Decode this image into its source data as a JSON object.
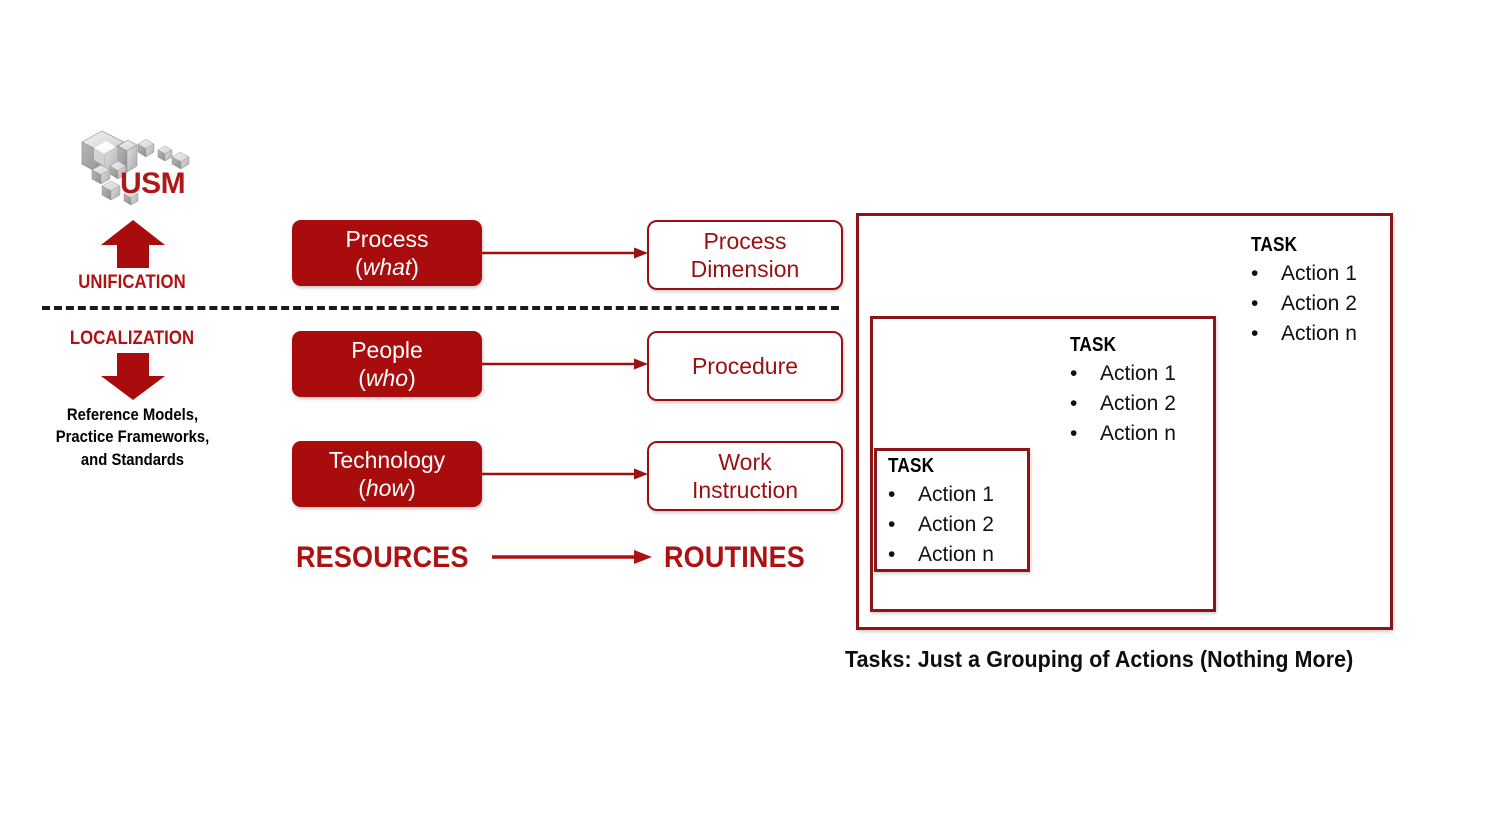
{
  "logo": {
    "wordmark": "USM",
    "icon_name": "usm-isometric-cubes-logo",
    "wordmark_color": "#B01818"
  },
  "left_axis": {
    "up_arrow_label": "UNIFICATION",
    "down_arrow_label": "LOCALIZATION",
    "footer_lines": [
      "Reference Models,",
      "Practice Frameworks,",
      "and Standards"
    ],
    "label_color": "#B01212",
    "footer_color": "#000000",
    "arrow_color": "#A80C0C",
    "divider_color": "#1a1a1a"
  },
  "resources": {
    "heading": "RESOURCES",
    "fill_color": "#A80C0C",
    "text_color": "#FFFFFF",
    "items": [
      {
        "title": "Process",
        "qualifier": "what"
      },
      {
        "title": "People",
        "qualifier": "who"
      },
      {
        "title": "Technology",
        "qualifier": "how"
      }
    ]
  },
  "routines": {
    "heading": "ROUTINES",
    "border_color": "#9B1010",
    "text_color": "#9B1010",
    "items": [
      {
        "line1": "Process",
        "line2": "Dimension"
      },
      {
        "line1": "Procedure",
        "line2": ""
      },
      {
        "line1": "Work",
        "line2": "Instruction"
      }
    ]
  },
  "tasks": {
    "caption": "Tasks: Just a Grouping of Actions (Nothing More)",
    "border_color": "#8E1515",
    "boxes": [
      {
        "title": "TASK",
        "actions": [
          "Action 1",
          "Action 2",
          "Action n"
        ]
      },
      {
        "title": "TASK",
        "actions": [
          "Action 1",
          "Action 2",
          "Action n"
        ]
      },
      {
        "title": "TASK",
        "actions": [
          "Action 1",
          "Action 2",
          "Action n"
        ]
      }
    ]
  },
  "bullet_glyph": "•"
}
